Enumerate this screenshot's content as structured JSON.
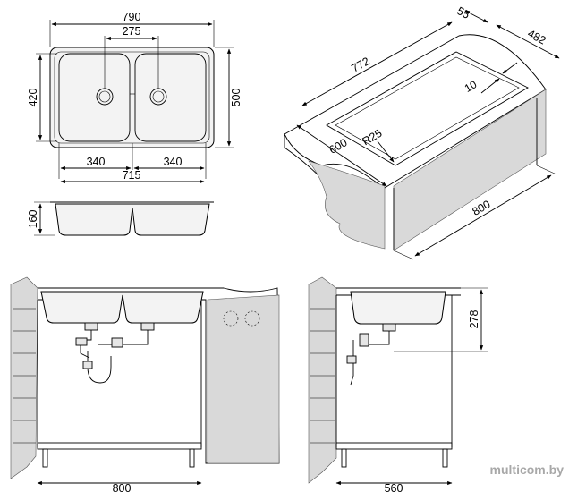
{
  "top_view": {
    "overall_width": "790",
    "bowl_center_distance": "275",
    "depth": "420",
    "overall_depth": "500",
    "bowl_left_width": "340",
    "bowl_right_width": "340",
    "base_width": "715"
  },
  "side_view": {
    "bowl_height": "160"
  },
  "iso_view": {
    "edge_margin": "55",
    "length": "772",
    "depth": "482",
    "rim": "10",
    "radius": "R25",
    "cabinet_depth": "600",
    "cabinet_width": "800"
  },
  "front_view": {
    "cabinet_width": "800"
  },
  "section_view": {
    "height": "278",
    "cabinet_depth": "560"
  },
  "watermark": "multicom.by"
}
